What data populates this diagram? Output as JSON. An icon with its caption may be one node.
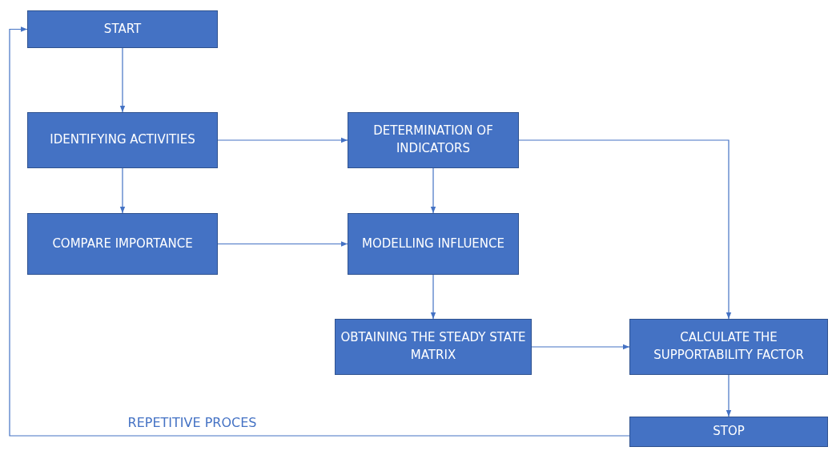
{
  "diagram": {
    "nodes": [
      {
        "text": [
          "START"
        ]
      },
      {
        "text": [
          "IDENTIFYING ACTIVITIES"
        ]
      },
      {
        "text": [
          "COMPARE IMPORTANCE"
        ]
      },
      {
        "text": [
          "DETERMINATION OF INDICATORS"
        ]
      },
      {
        "text": [
          "MODELLING INFLUENCE"
        ]
      },
      {
        "text": [
          "OBTAINING THE STEADY STATE MATRIX"
        ]
      },
      {
        "text": [
          "CALCULATE THE SUPPORTABILITY FACTOR"
        ]
      },
      {
        "text": [
          "STOP"
        ]
      }
    ],
    "edges": [
      {
        "from": 0,
        "to": 1,
        "arrow": "to"
      },
      {
        "from": 1,
        "to": 2,
        "arrow": "to"
      },
      {
        "from": 1,
        "to": 3,
        "arrow": "to"
      },
      {
        "from": 2,
        "to": 4,
        "arrow": "to"
      },
      {
        "from": 3,
        "to": 4,
        "arrow": "to"
      },
      {
        "from": 3,
        "to": 6,
        "arrow": "to"
      },
      {
        "from": 4,
        "to": 5,
        "arrow": "to"
      },
      {
        "from": 5,
        "to": 6,
        "arrow": "to"
      },
      {
        "from": 6,
        "to": 7,
        "arrow": "to"
      },
      {
        "from": 7,
        "to": 0,
        "arrow": "to",
        "label": "REPETITIVE PROCES"
      }
    ]
  }
}
